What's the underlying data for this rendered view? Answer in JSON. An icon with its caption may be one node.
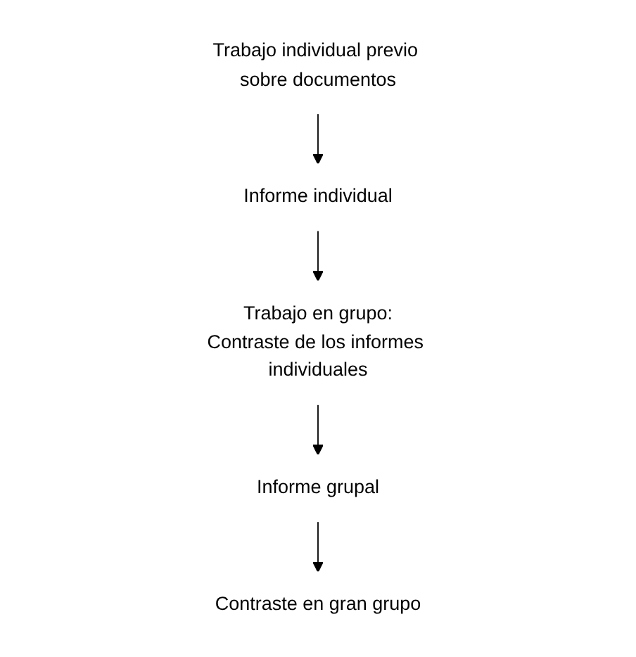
{
  "diagram": {
    "nodes": [
      {
        "text": [
          "Trabajo individual previo sobre documentos"
        ]
      },
      {
        "text": [
          "Informe individual"
        ]
      },
      {
        "text": [
          "Trabajo en grupo:",
          "Contraste de los informes individuales"
        ]
      },
      {
        "text": [
          "Informe grupal"
        ]
      },
      {
        "text": [
          "Contraste en gran grupo"
        ]
      }
    ],
    "edges": [
      {
        "from": 0,
        "to": 1,
        "arrow": "to"
      },
      {
        "from": 1,
        "to": 2,
        "arrow": "to"
      },
      {
        "from": 2,
        "to": 3,
        "arrow": "to"
      },
      {
        "from": 3,
        "to": 4,
        "arrow": "to"
      }
    ]
  }
}
